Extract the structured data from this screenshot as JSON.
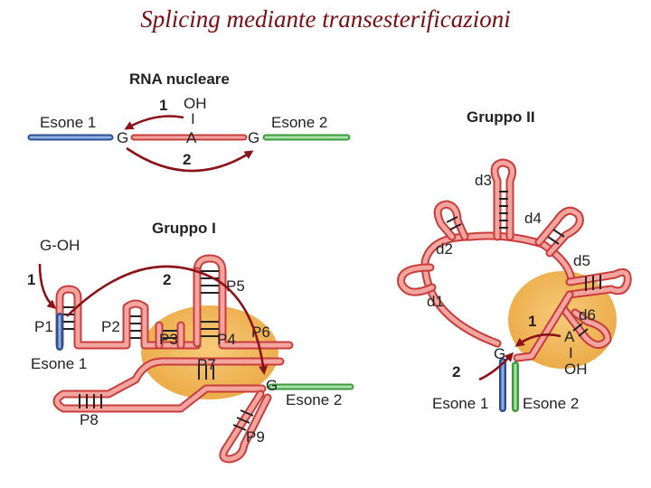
{
  "title": "Splicing mediante transesterificazioni",
  "top": {
    "header": "RNA nucleare",
    "exon1": "Esone 1",
    "exon2": "Esone 2",
    "g_left": "G",
    "a_mid": "A",
    "g_right": "G",
    "oh": "OH",
    "bond": "I",
    "step1": "1",
    "step2": "2"
  },
  "group1": {
    "header": "Gruppo I",
    "goh": "G-OH",
    "step1": "1",
    "step2": "2",
    "p1": "P1",
    "p2": "P2",
    "p3": "P3",
    "p4": "P4",
    "p5": "P5",
    "p6": "P6",
    "p7": "P7",
    "p8": "P8",
    "p9": "P9",
    "exon1": "Esone 1",
    "exon2": "Esone 2",
    "g": "G"
  },
  "group2": {
    "header": "Gruppo II",
    "d1": "d1",
    "d2": "d2",
    "d3": "d3",
    "d4": "d4",
    "d5": "d5",
    "d6": "d6",
    "step1": "1",
    "step2": "2",
    "g": "G",
    "a": "A",
    "bond": "I",
    "oh": "OH",
    "exon1": "Esone 1",
    "exon2": "Esone 2"
  },
  "colors": {
    "intron": "#e8635e",
    "exon1": "#4a72b8",
    "exon2": "#5cb85c",
    "core": "#f2b54a",
    "arrow": "#8b1218",
    "title": "#7a0c12"
  }
}
